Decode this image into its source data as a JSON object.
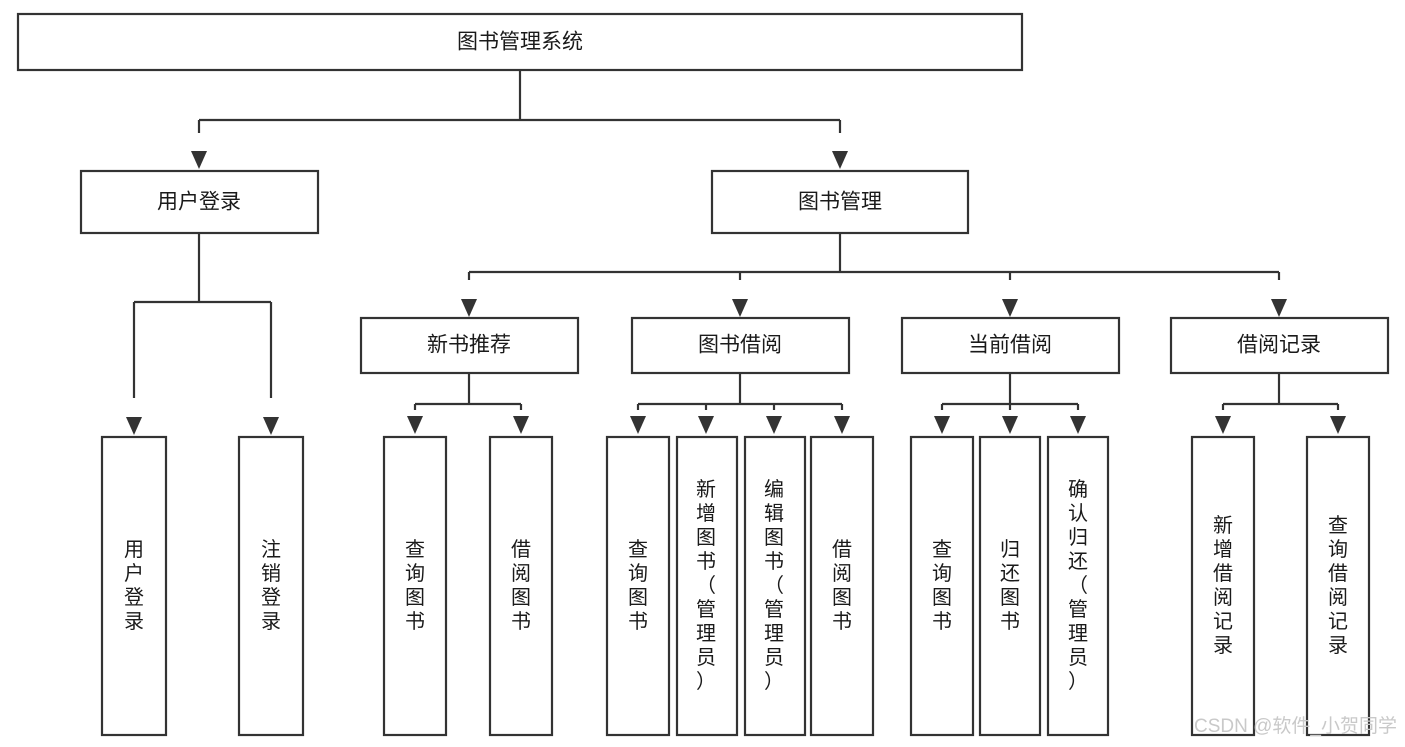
{
  "diagram": {
    "title": "图书管理系统",
    "type": "tree-hierarchy",
    "root": {
      "id": "root",
      "label": "图书管理系统",
      "orientation": "horizontal"
    },
    "level2": [
      {
        "id": "user-login",
        "label": "用户登录",
        "orientation": "horizontal"
      },
      {
        "id": "book-manage",
        "label": "图书管理",
        "orientation": "horizontal"
      }
    ],
    "level3": [
      {
        "id": "new-book-recommend",
        "label": "新书推荐",
        "orientation": "horizontal",
        "parent": "book-manage"
      },
      {
        "id": "book-borrow",
        "label": "图书借阅",
        "orientation": "horizontal",
        "parent": "book-manage"
      },
      {
        "id": "current-borrow",
        "label": "当前借阅",
        "orientation": "horizontal",
        "parent": "book-manage"
      },
      {
        "id": "borrow-record",
        "label": "借阅记录",
        "orientation": "horizontal",
        "parent": "book-manage"
      }
    ],
    "leaves": [
      {
        "id": "leaf-user-login",
        "label": "用户登录",
        "orientation": "vertical",
        "parent": "user-login"
      },
      {
        "id": "leaf-user-logout",
        "label": "注销登录",
        "orientation": "vertical",
        "parent": "user-login"
      },
      {
        "id": "leaf-query-book-1",
        "label": "查询图书",
        "orientation": "vertical",
        "parent": "new-book-recommend"
      },
      {
        "id": "leaf-borrow-book-1",
        "label": "借阅图书",
        "orientation": "vertical",
        "parent": "new-book-recommend"
      },
      {
        "id": "leaf-query-book-2",
        "label": "查询图书",
        "orientation": "vertical",
        "parent": "book-borrow"
      },
      {
        "id": "leaf-add-book",
        "label": "新增图书（管理员）",
        "orientation": "vertical",
        "parent": "book-borrow"
      },
      {
        "id": "leaf-edit-book",
        "label": "编辑图书（管理员）",
        "orientation": "vertical",
        "parent": "book-borrow"
      },
      {
        "id": "leaf-borrow-book-2",
        "label": "借阅图书",
        "orientation": "vertical",
        "parent": "book-borrow"
      },
      {
        "id": "leaf-query-book-3",
        "label": "查询图书",
        "orientation": "vertical",
        "parent": "current-borrow"
      },
      {
        "id": "leaf-return-book",
        "label": "归还图书",
        "orientation": "vertical",
        "parent": "current-borrow"
      },
      {
        "id": "leaf-confirm-return",
        "label": "确认归还（管理员）",
        "orientation": "vertical",
        "parent": "current-borrow"
      },
      {
        "id": "leaf-add-record",
        "label": "新增借阅记录",
        "orientation": "vertical",
        "parent": "borrow-record"
      },
      {
        "id": "leaf-query-record",
        "label": "查询借阅记录",
        "orientation": "vertical",
        "parent": "borrow-record"
      }
    ]
  },
  "watermark": {
    "label": "CSDN @软件_小贺同学"
  },
  "colors": {
    "box_fill": "#ffffff",
    "box_stroke": "#333333",
    "text": "#1a1a1a",
    "background": "#ffffff",
    "watermark": "#c9c9c9"
  }
}
